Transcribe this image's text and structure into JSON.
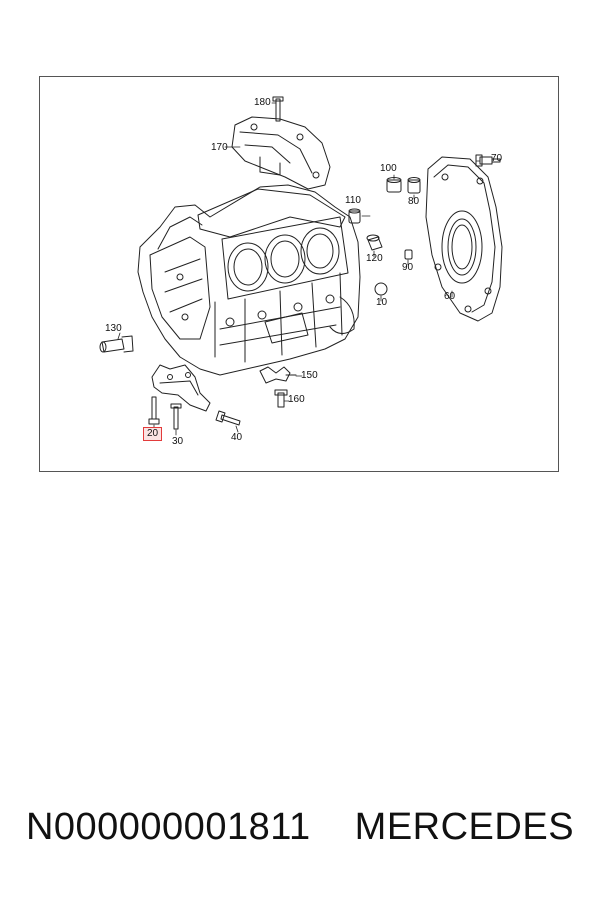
{
  "diagram": {
    "callouts": [
      {
        "id": "180",
        "label": "180"
      },
      {
        "id": "170",
        "label": "170"
      },
      {
        "id": "100",
        "label": "100"
      },
      {
        "id": "70",
        "label": "70"
      },
      {
        "id": "80",
        "label": "80"
      },
      {
        "id": "110",
        "label": "110"
      },
      {
        "id": "120",
        "label": "120"
      },
      {
        "id": "90",
        "label": "90"
      },
      {
        "id": "10",
        "label": "10"
      },
      {
        "id": "60",
        "label": "60"
      },
      {
        "id": "130",
        "label": "130"
      },
      {
        "id": "150",
        "label": "150"
      },
      {
        "id": "160",
        "label": "160"
      },
      {
        "id": "20",
        "label": "20",
        "highlighted": true
      },
      {
        "id": "30",
        "label": "30"
      },
      {
        "id": "40",
        "label": "40"
      }
    ],
    "highlight_color": "#e23b3b"
  },
  "footer": {
    "part_number": "N000000001811",
    "brand": "MERCEDES"
  }
}
